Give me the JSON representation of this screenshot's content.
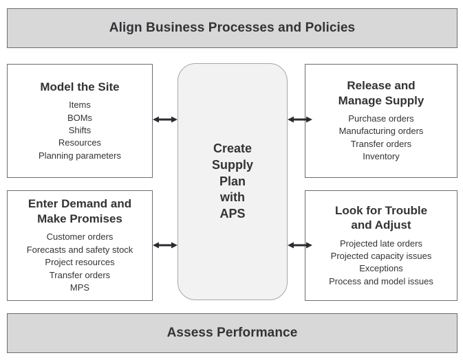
{
  "diagram": {
    "title_top": "Align Business Processes and Policies",
    "title_bottom": "Assess Performance",
    "center": {
      "label": "Create\nSupply\nPlan\nwith\nAPS"
    },
    "boxes": [
      {
        "id": "model-the-site",
        "title": "Model the Site",
        "items": [
          "Items",
          "BOMs",
          "Shifts",
          "Resources",
          "Planning parameters"
        ]
      },
      {
        "id": "release-and-manage-supply",
        "title": "Release and\nManage Supply",
        "items": [
          "Purchase orders",
          "Manufacturing orders",
          "Transfer orders",
          "Inventory"
        ]
      },
      {
        "id": "enter-demand-and-make-promises",
        "title": "Enter Demand and\nMake Promises",
        "items": [
          "Customer orders",
          "Forecasts and safety stock",
          "Project resources",
          "Transfer orders",
          "MPS"
        ]
      },
      {
        "id": "look-for-trouble-and-adjust",
        "title": "Look for Trouble\nand Adjust",
        "items": [
          "Projected late orders",
          "Projected capacity issues",
          "Exceptions",
          "Process and model issues"
        ]
      }
    ],
    "connectors": [
      {
        "id": "model-site-to-center",
        "type": "double-arrow"
      },
      {
        "id": "enter-demand-to-center",
        "type": "double-arrow"
      },
      {
        "id": "center-to-release-supply",
        "type": "double-arrow"
      },
      {
        "id": "center-to-look-trouble",
        "type": "double-arrow"
      }
    ],
    "colors": {
      "banner_fill": "#d8d8d8",
      "banner_border": "#6b6b72",
      "box_fill": "#ffffff",
      "box_border": "#6b6b72",
      "center_fill": "#f2f2f2",
      "center_border": "#a6a6aa",
      "text": "#333337",
      "arrow": "#2b2b31"
    }
  }
}
